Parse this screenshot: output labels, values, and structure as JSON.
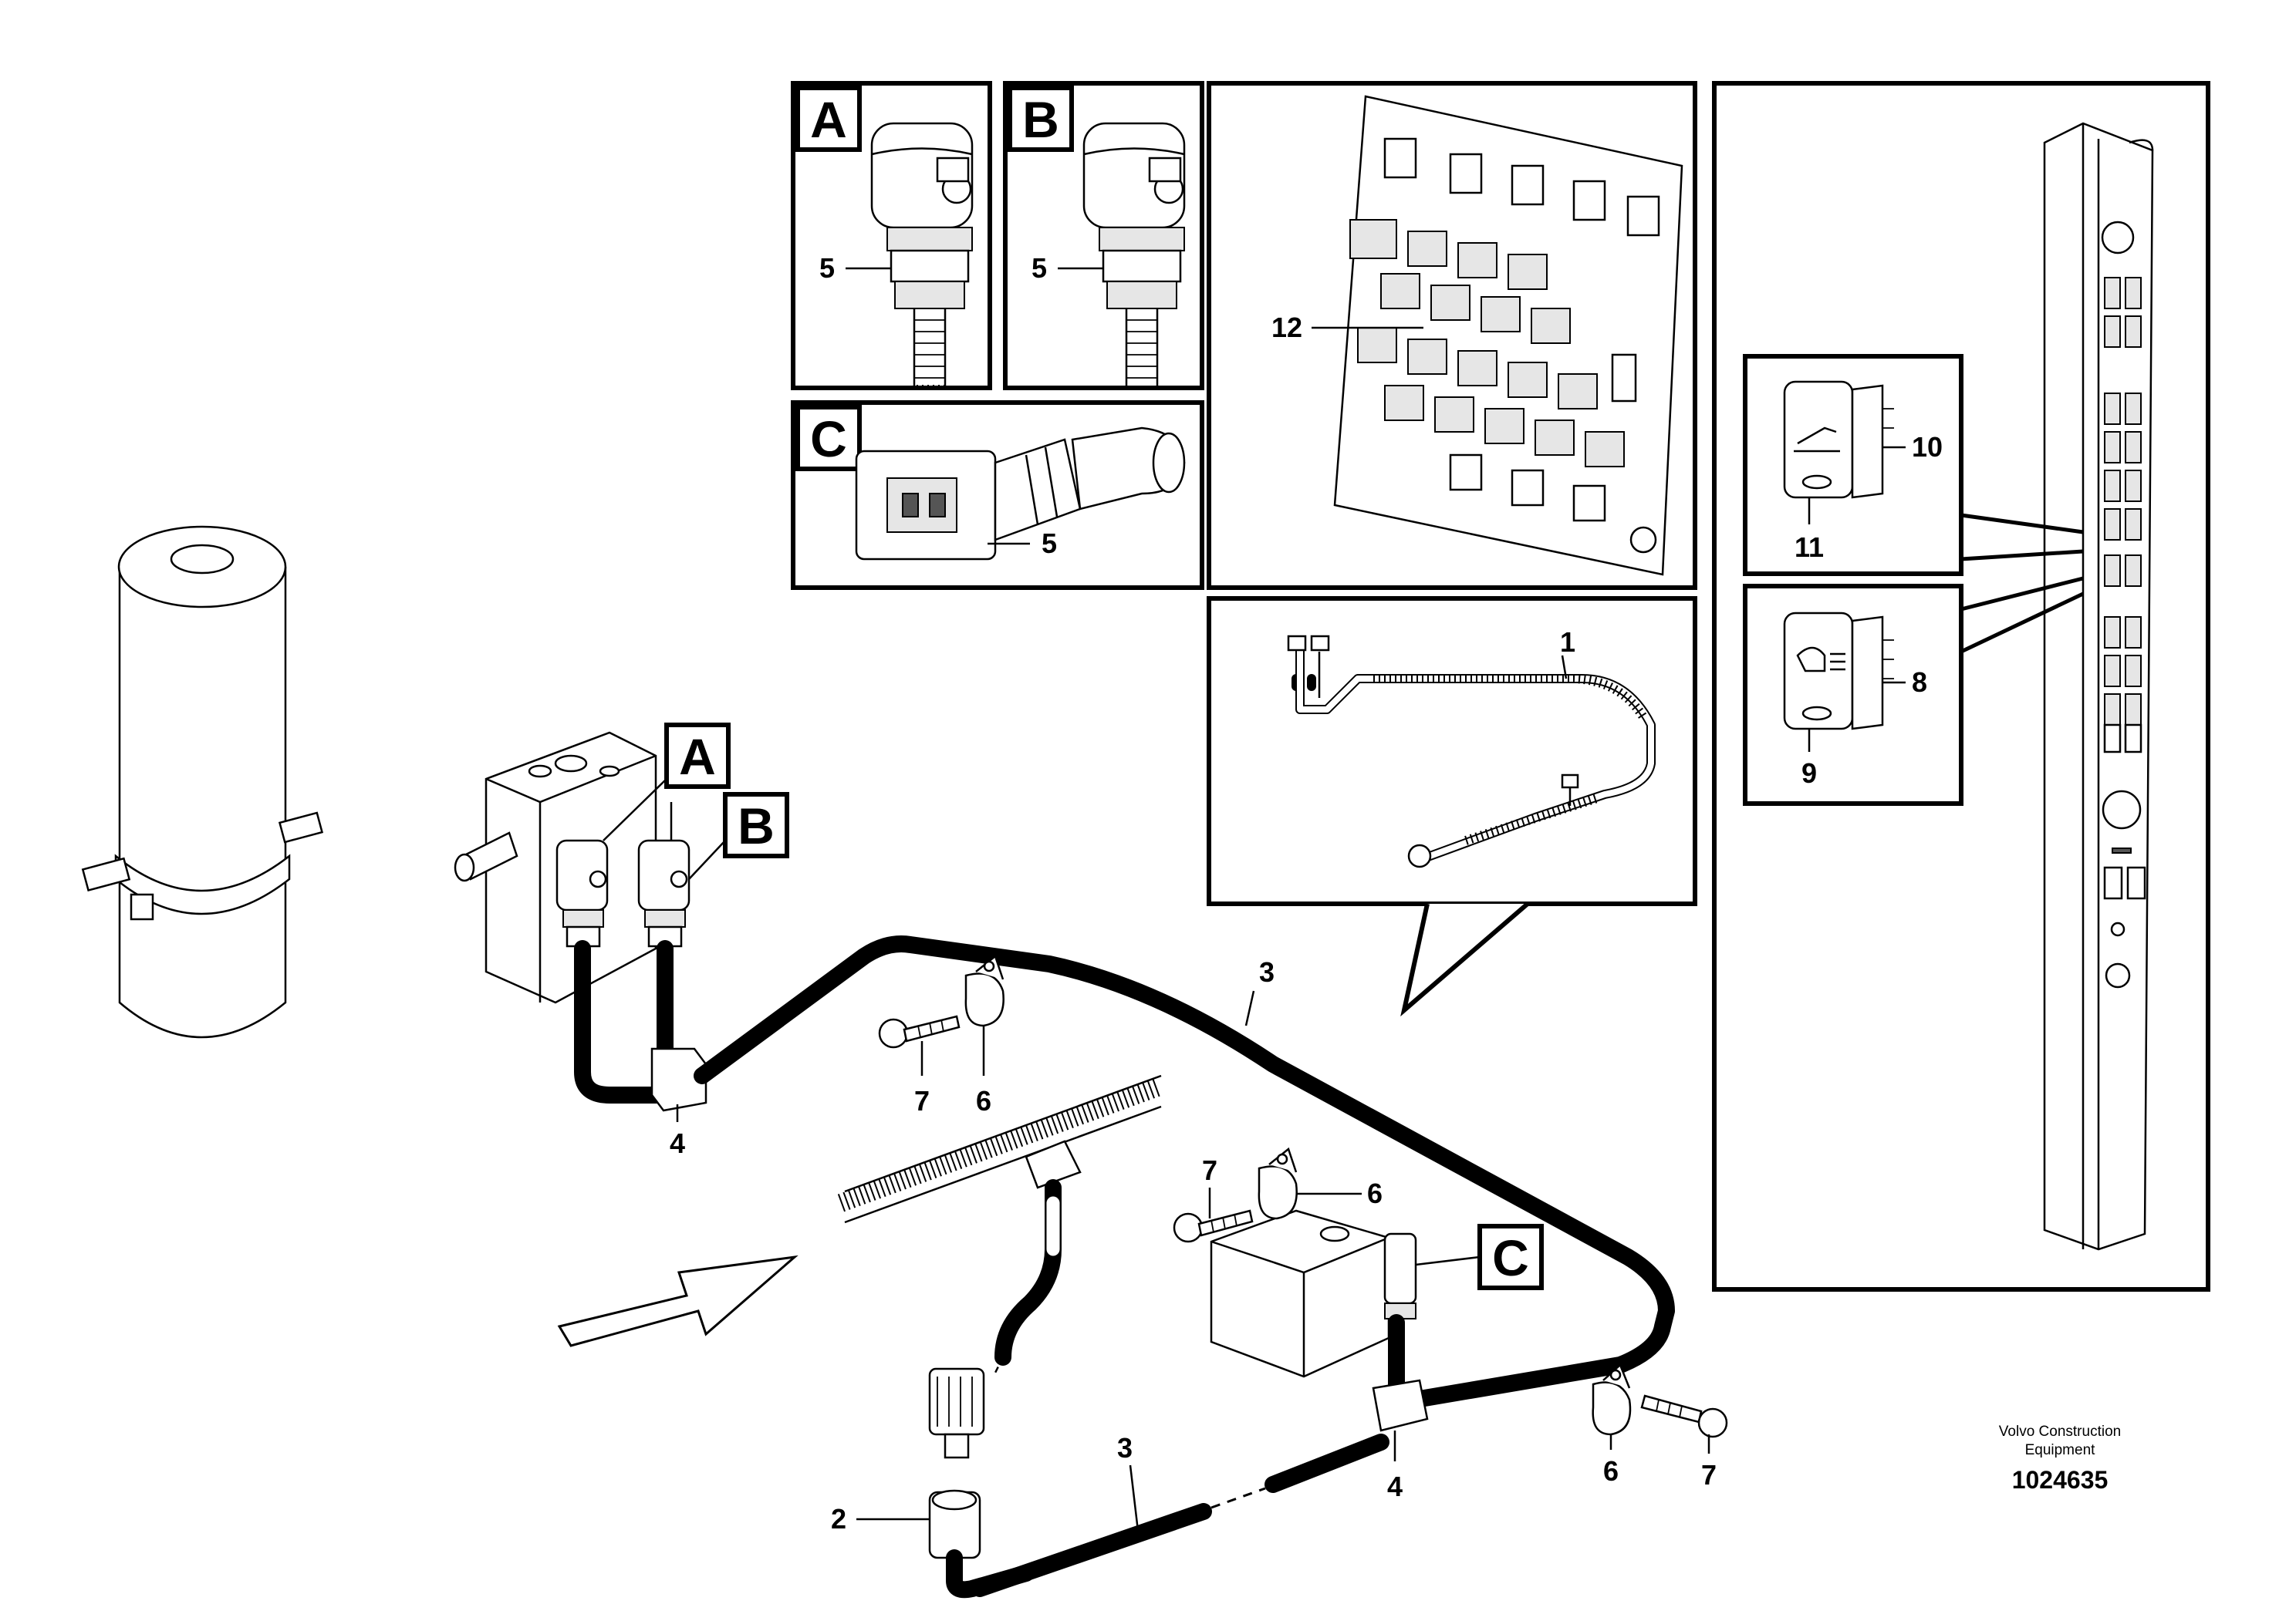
{
  "detail_letters": {
    "a": "A",
    "b": "B",
    "c": "C"
  },
  "callouts": {
    "n1": "1",
    "n2": "2",
    "n3": "3",
    "n4": "4",
    "n5": "5",
    "n6": "6",
    "n7": "7",
    "n8": "8",
    "n9": "9",
    "n10": "10",
    "n11": "11",
    "n12": "12"
  },
  "footer": {
    "company_line1": "Volvo Construction",
    "company_line2": "Equipment",
    "document_number": "1024635"
  },
  "icons": {
    "direction_arrow": "hollow-arrow-icon",
    "switch_symbols": [
      "tip-switch-icon",
      "light-switch-icon"
    ]
  }
}
